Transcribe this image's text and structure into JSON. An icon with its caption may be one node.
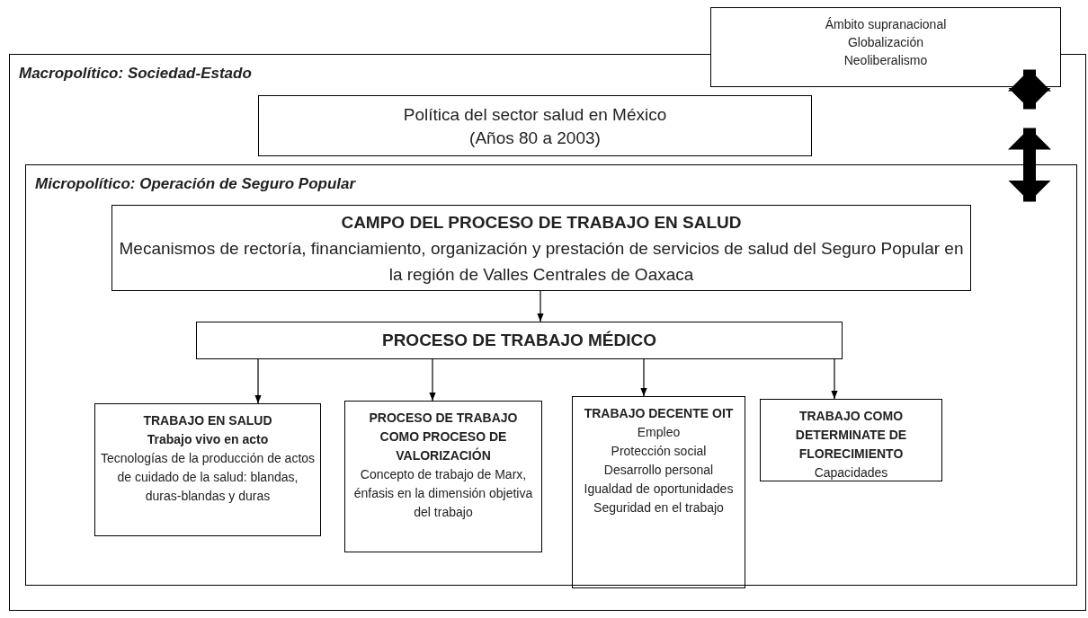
{
  "diagram": {
    "nodes": [
      {
        "text": [
          "Ámbito supranacional",
          "Globalización",
          "Neoliberalismo"
        ]
      },
      {
        "text": [
          "Macropolítico: Sociedad-Estado"
        ]
      },
      {
        "text": [
          "Política del sector salud en México",
          "(Años 80 a 2003)"
        ],
        "in": 1
      },
      {
        "text": [
          "Micropolítico: Operación de Seguro Popular"
        ],
        "in": 1
      },
      {
        "text": [
          "CAMPO DEL PROCESO DE TRABAJO EN SALUD",
          "Mecanismos de rectoría, financiamiento, organización y prestación de servicios de salud del Seguro Popular en la región de Valles Centrales de Oaxaca"
        ],
        "in": 3
      },
      {
        "text": [
          "PROCESO DE TRABAJO MÉDICO"
        ],
        "in": 3
      },
      {
        "text": [
          "TRABAJO EN SALUD",
          "Trabajo vivo en acto",
          "Tecnologías de la producción de actos de cuidado de la salud: blandas, duras-blandas y duras"
        ],
        "in": 3
      },
      {
        "text": [
          "PROCESO DE TRABAJO COMO PROCESO DE VALORIZACIÓN",
          "Concepto de trabajo de Marx, énfasis en la dimensión objetiva del trabajo"
        ],
        "in": 3
      },
      {
        "text": [
          "TRABAJO DECENTE OIT",
          "Empleo",
          "Protección social",
          "Desarrollo personal",
          "Igualdad de oportunidades",
          "Seguridad en el trabajo"
        ],
        "in": 3
      },
      {
        "text": [
          "TRABAJO COMO DETERMINATE DE FLORECIMIENTO",
          "Capacidades"
        ],
        "in": 3
      }
    ],
    "edges": [
      {
        "from": 0,
        "to": 1,
        "arrow": "both",
        "style": "thick"
      },
      {
        "from": 1,
        "to": 3,
        "arrow": "both",
        "style": "thick"
      },
      {
        "from": 4,
        "to": 5,
        "arrow": "to"
      },
      {
        "from": 5,
        "to": 6,
        "arrow": "to"
      },
      {
        "from": 5,
        "to": 7,
        "arrow": "to"
      },
      {
        "from": 5,
        "to": 8,
        "arrow": "to"
      },
      {
        "from": 5,
        "to": 9,
        "arrow": "to"
      }
    ]
  }
}
